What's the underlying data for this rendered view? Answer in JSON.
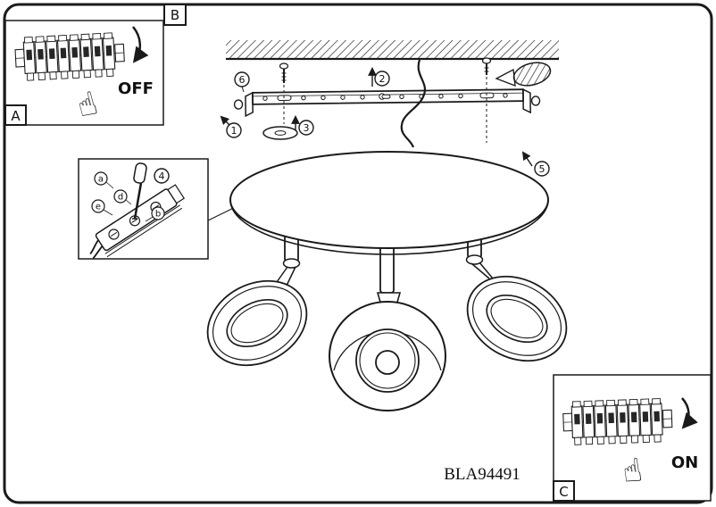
{
  "frame": {
    "model_number": "BLA94491"
  },
  "inset_a": {
    "label": "A",
    "switch_state": "OFF",
    "hand_icon": "☝"
  },
  "inset_c": {
    "label": "C",
    "switch_state": "ON",
    "hand_icon": "☝"
  },
  "main": {
    "label_b": "B",
    "callouts": {
      "step1": "1",
      "step2": "2",
      "step3": "3",
      "step4": "4",
      "step5": "5",
      "step6": "6"
    },
    "wiring_labels": {
      "a": "a",
      "b": "b",
      "d": "d",
      "e": "e"
    }
  }
}
